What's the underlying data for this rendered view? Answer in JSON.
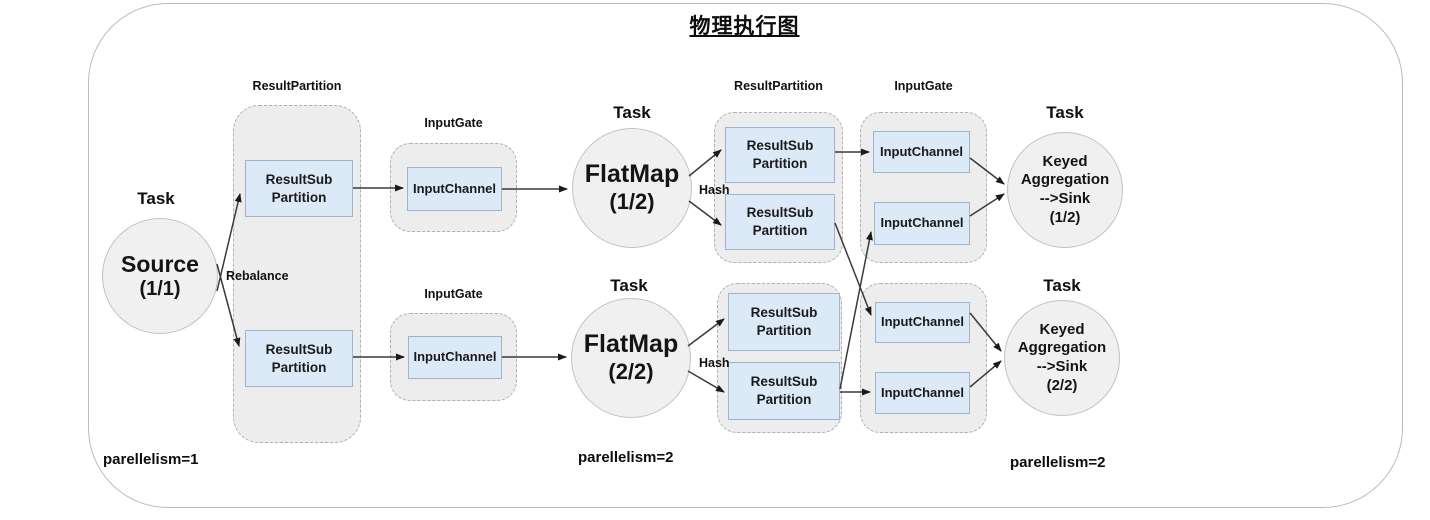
{
  "title": "物理执行图",
  "shared": {
    "task_label": "Task",
    "result_partition_label": "ResultPartition",
    "input_gate_label": "InputGate",
    "result_sub_line1": "ResultSub",
    "result_sub_line2": "Partition",
    "input_channel_label": "InputChannel"
  },
  "edge_labels": {
    "rebalance": "Rebalance",
    "hash": "Hash"
  },
  "nodes": {
    "source": {
      "name": "Source",
      "index": "(1/1)"
    },
    "flatmap_1": {
      "name": "FlatMap",
      "index": "(1/2)"
    },
    "flatmap_2": {
      "name": "FlatMap",
      "index": "(2/2)"
    },
    "keyed_agg_1": {
      "line1": "Keyed",
      "line2": "Aggregation",
      "line3": "-->Sink",
      "index": "(1/2)"
    },
    "keyed_agg_2": {
      "line1": "Keyed",
      "line2": "Aggregation",
      "line3": "-->Sink",
      "index": "(2/2)"
    }
  },
  "footers": {
    "parallelism_source": "parellelism=1",
    "parallelism_flatmap": "parellelism=2",
    "parallelism_sink": "parellelism=2"
  },
  "colors": {
    "box_fill": "#dce9f6",
    "box_border": "#9db5cc",
    "container_fill": "#ededed",
    "container_border": "#b0b0b0",
    "circle_fill": "#f0f0f0",
    "circle_border": "#c2c2c2",
    "arrow": "#3a3a3a",
    "frame_border": "#bcbcbc"
  }
}
